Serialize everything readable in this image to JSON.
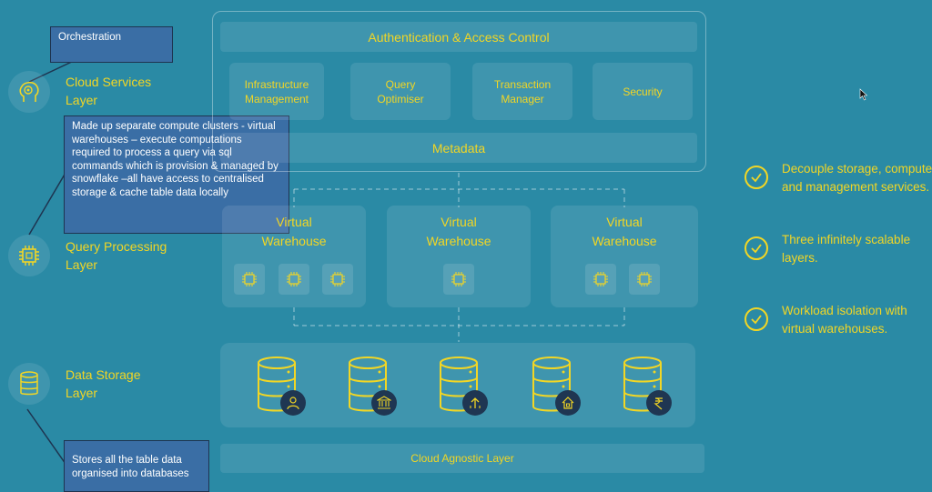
{
  "left_layers": [
    {
      "label_line1": "Cloud Services",
      "label_line2": "Layer",
      "icon": "brain-gear-icon"
    },
    {
      "label_line1": "Query Processing",
      "label_line2": "Layer",
      "icon": "cpu-chip-icon"
    },
    {
      "label_line1": "Data Storage",
      "label_line2": "Layer",
      "icon": "database-icon"
    }
  ],
  "callouts": {
    "orchestration": "Orchestration",
    "compute": "Made up separate compute clusters  - virtual warehouses – execute computations required to process a query via sql commands which is provision & managed by snowflake –all have access to centralised storage & cache table data locally",
    "storage": "Stores all the table data organised into databases"
  },
  "cloud_services": {
    "auth": "Authentication & Access Control",
    "services": [
      {
        "line1": "Infrastructure",
        "line2": "Management"
      },
      {
        "line1": "Query",
        "line2": "Optimiser"
      },
      {
        "line1": "Transaction",
        "line2": "Manager"
      },
      {
        "line1": "Security",
        "line2": ""
      }
    ],
    "metadata": "Metadata"
  },
  "warehouses": [
    {
      "line1": "Virtual",
      "line2": "Warehouse",
      "chips": 3
    },
    {
      "line1": "Virtual",
      "line2": "Warehouse",
      "chips": 1
    },
    {
      "line1": "Virtual",
      "line2": "Warehouse",
      "chips": 2
    }
  ],
  "storage_icons": [
    "user-icon",
    "bank-icon",
    "upload-icon",
    "home-icon",
    "rupee-icon"
  ],
  "cloud_agnostic": "Cloud Agnostic Layer",
  "benefits": [
    {
      "line1": "Decouple storage, compute",
      "line2": "and management services."
    },
    {
      "line1": "Three infinitely scalable",
      "line2": "layers."
    },
    {
      "line1": "Workload isolation with",
      "line2": "virtual warehouses."
    }
  ],
  "colors": {
    "background": "#2a8aa5",
    "accent": "#f2d624",
    "callout": "#3a6ea5",
    "badge": "#1f3652"
  }
}
